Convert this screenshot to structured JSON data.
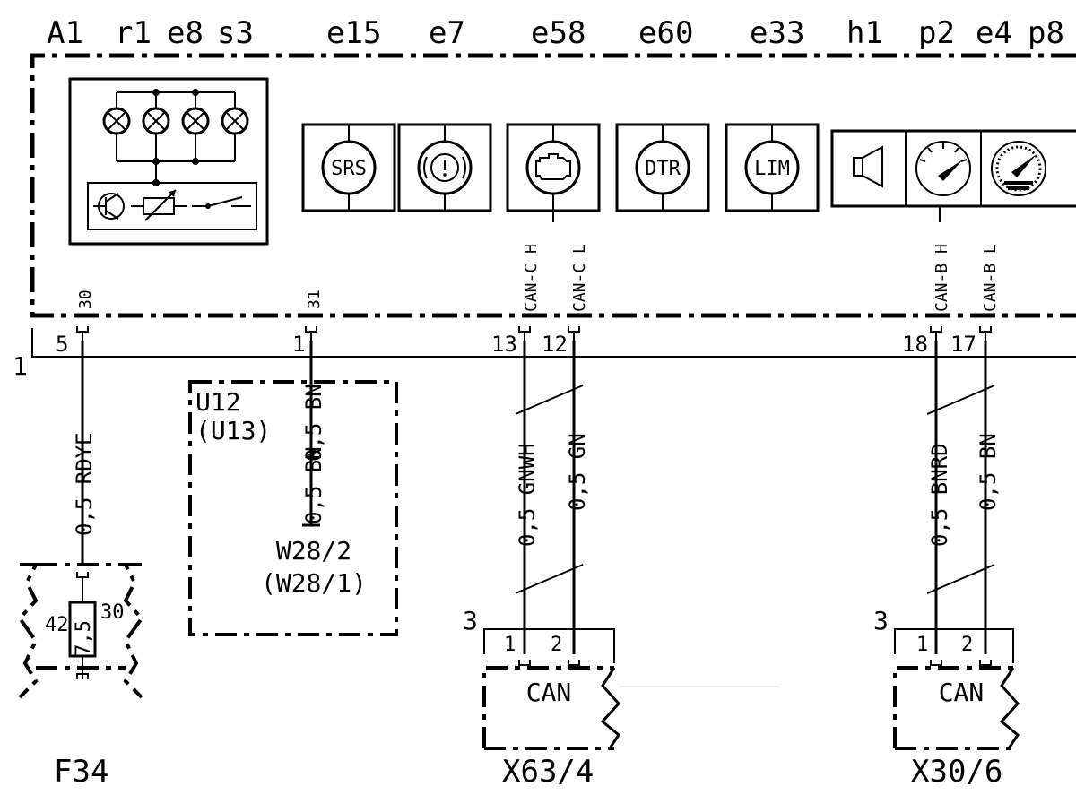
{
  "component_codes": [
    "A1",
    "r1",
    "e8",
    "s3",
    "e15",
    "e7",
    "e58",
    "e60",
    "e33",
    "h1",
    "p2",
    "e4",
    "p8"
  ],
  "indicators": {
    "srs": "SRS",
    "dtr": "DTR",
    "lim": "LIM"
  },
  "pins": {
    "p30": "30",
    "p31": "31",
    "can_c_h": "CAN-C H",
    "can_c_l": "CAN-C L",
    "can_b_h": "CAN-B H",
    "can_b_l": "CAN-B L"
  },
  "connector_1": {
    "label": "1",
    "pins": [
      "5",
      "1",
      "13",
      "12",
      "18",
      "17"
    ]
  },
  "wires": {
    "w1": "0,5 RDYE",
    "w2": "0,5 BN",
    "w3": "0,5 GNWH",
    "w4": "0,5 GN",
    "w5": "0,5 BNRD",
    "w6": "0,5 BN"
  },
  "u12": {
    "line1": "U12",
    "line2": "(U13)",
    "ground1": "W28/2",
    "ground2": "(W28/1)"
  },
  "fuse": {
    "name": "F34",
    "value": "7,5",
    "left_pin": "42",
    "right_pin": "30"
  },
  "x63": {
    "name": "X63/4",
    "label": "CAN",
    "side": "3",
    "pin1": "1",
    "pin2": "2"
  },
  "x30": {
    "name": "X30/6",
    "label": "CAN",
    "side": "3",
    "pin1": "1",
    "pin2": "2"
  }
}
